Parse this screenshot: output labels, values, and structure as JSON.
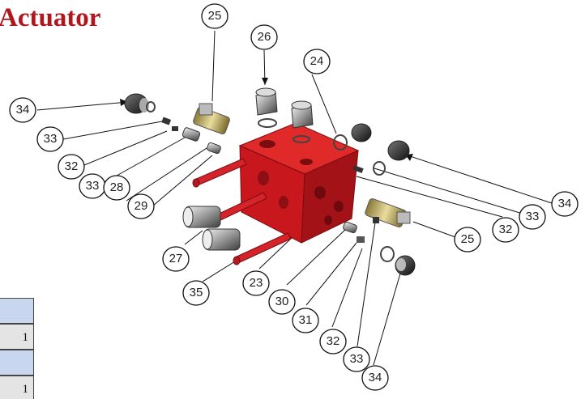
{
  "title": "Actuator",
  "callouts": [
    {
      "id": "c25a",
      "label": "25"
    },
    {
      "id": "c26",
      "label": "26"
    },
    {
      "id": "c24",
      "label": "24"
    },
    {
      "id": "c34a",
      "label": "34"
    },
    {
      "id": "c33a",
      "label": "33"
    },
    {
      "id": "c32a",
      "label": "32"
    },
    {
      "id": "c33b",
      "label": "33"
    },
    {
      "id": "c28",
      "label": "28"
    },
    {
      "id": "c29",
      "label": "29"
    },
    {
      "id": "c27",
      "label": "27"
    },
    {
      "id": "c35",
      "label": "35"
    },
    {
      "id": "c23",
      "label": "23"
    },
    {
      "id": "c30",
      "label": "30"
    },
    {
      "id": "c31",
      "label": "31"
    },
    {
      "id": "c32b",
      "label": "32"
    },
    {
      "id": "c33c",
      "label": "33"
    },
    {
      "id": "c34b",
      "label": "34"
    },
    {
      "id": "c25b",
      "label": "25"
    },
    {
      "id": "c32c",
      "label": "32"
    },
    {
      "id": "c33d",
      "label": "33"
    },
    {
      "id": "c34c",
      "label": "34"
    }
  ],
  "table": {
    "rows": [
      {
        "style": "blue",
        "text": ""
      },
      {
        "style": "grey",
        "text": "1"
      },
      {
        "style": "blue",
        "text": ""
      },
      {
        "style": "grey",
        "text": "1"
      }
    ]
  },
  "colors": {
    "title": "#b0161c",
    "block": "#c8171d",
    "brass": "#c9b46a",
    "steel": "#a9a9a9",
    "table_header": "#c8d7ee",
    "table_row": "#e4e4e4"
  }
}
